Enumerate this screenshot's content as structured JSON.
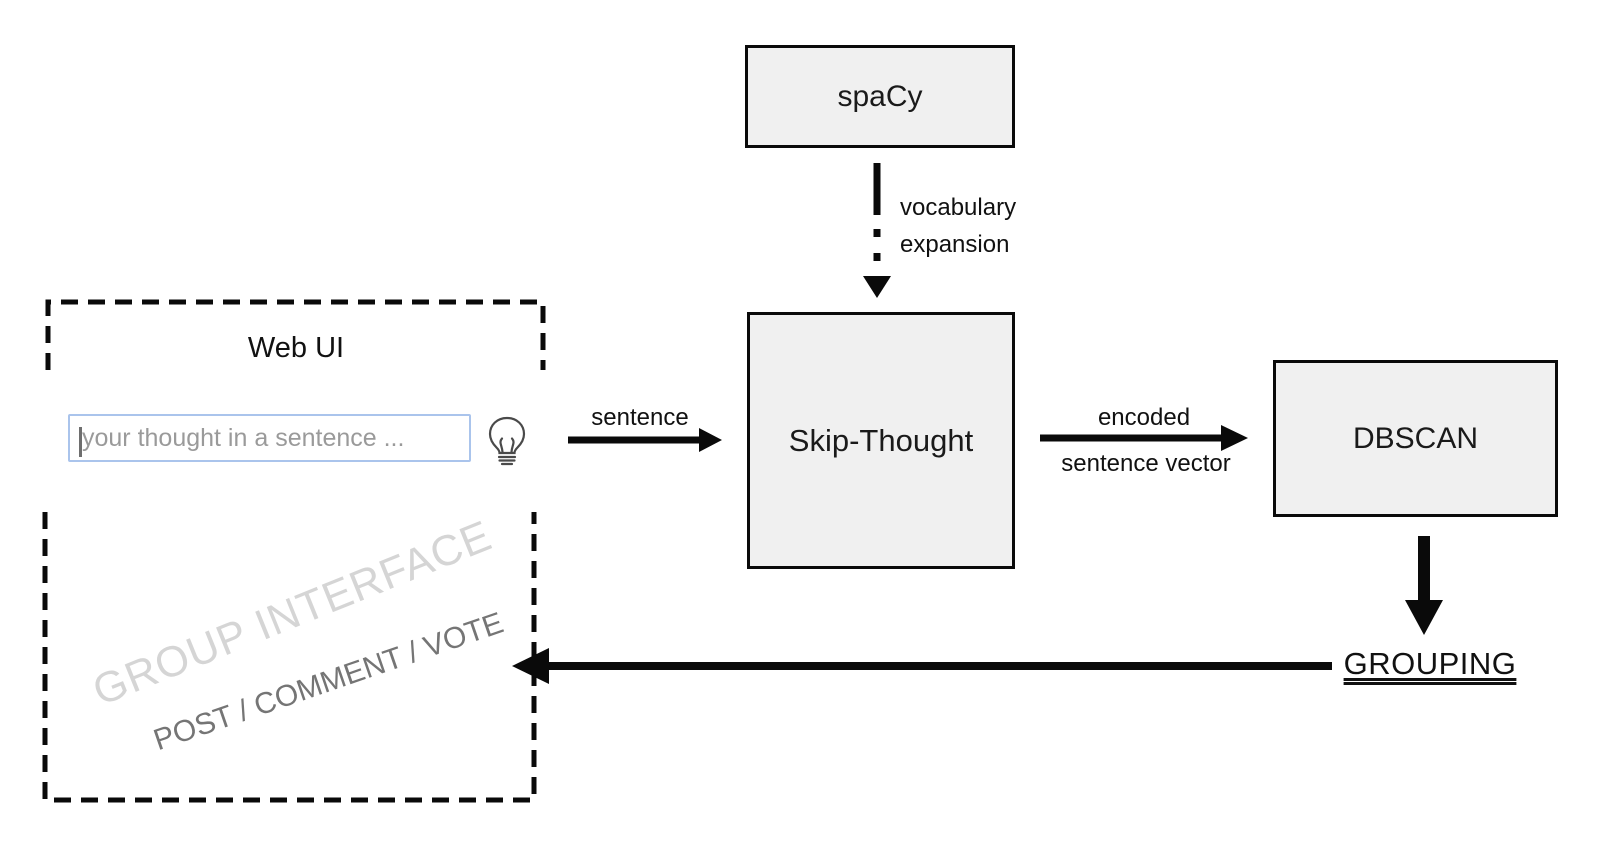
{
  "nodes": {
    "spacy": {
      "label": "spaCy"
    },
    "skip_thought": {
      "label": "Skip-Thought"
    },
    "dbscan": {
      "label": "DBSCAN"
    }
  },
  "edges": {
    "vocabulary": {
      "line1": "vocabulary",
      "line2": "expansion"
    },
    "sentence": {
      "label": "sentence"
    },
    "encoded": {
      "line1": "encoded",
      "line2": "sentence vector"
    },
    "grouping": {
      "label": "GROUPING"
    }
  },
  "web_ui": {
    "title": "Web UI",
    "input": {
      "placeholder": "your thought in a sentence ...",
      "value": ""
    },
    "icon": "lightbulb-icon"
  },
  "group_interface": {
    "watermark": "GROUP INTERFACE",
    "actions_label": "POST / COMMENT / VOTE"
  },
  "colors": {
    "node_fill": "#f0f0f0",
    "node_border": "#0a0a0a",
    "arrow": "#0a0a0a",
    "input_border": "#aac4ec",
    "placeholder_text": "#9a9a9a",
    "watermark_text": "#d5d5d5",
    "actions_text": "#757575"
  }
}
